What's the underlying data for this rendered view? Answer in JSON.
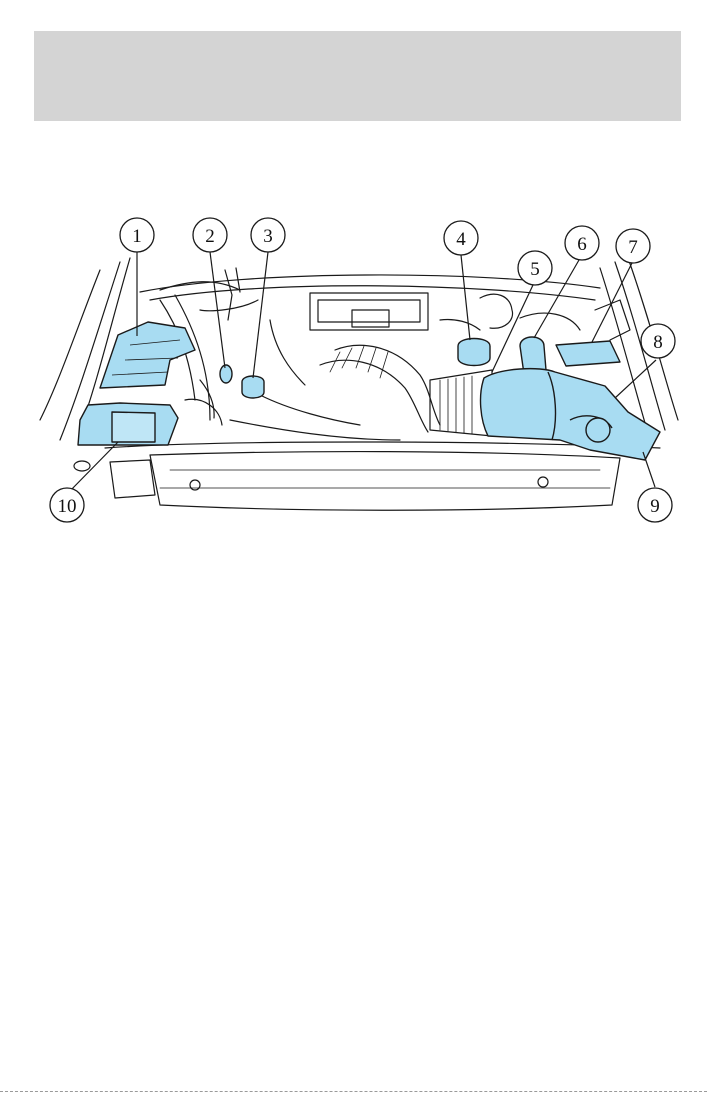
{
  "figure": {
    "callouts": [
      "1",
      "2",
      "3",
      "4",
      "5",
      "6",
      "7",
      "8",
      "9",
      "10"
    ]
  },
  "colors": {
    "header_band": "#d4d4d4",
    "highlight": "#a8dcf2",
    "line": "#1a1a1a"
  }
}
